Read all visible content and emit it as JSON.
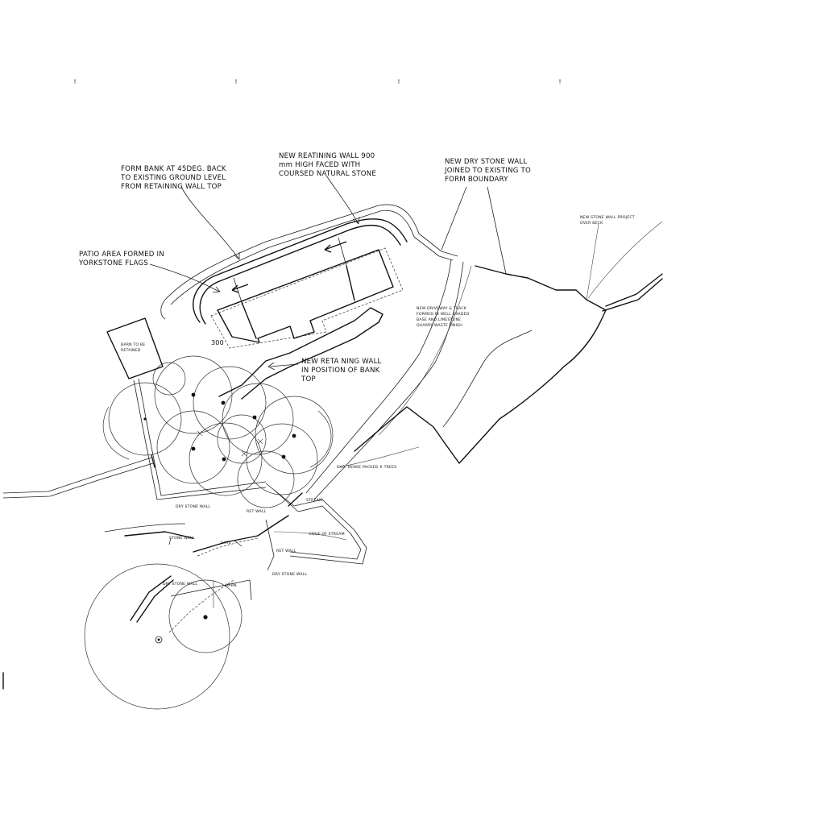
{
  "labels": {
    "form_bank": [
      "FORM BANK AT 45DEG. BACK",
      "TO EXISTING GROUND LEVEL",
      "FROM RETAINING WALL TOP"
    ],
    "new_retaining_wall": [
      "NEW REATINING WALL 900",
      "mm HIGH FACED WITH",
      "COURSED NATURAL STONE"
    ],
    "new_dry_stone_wall": [
      "NEW DRY STONE WALL",
      "JOINED TO EXISTING TO",
      "FORM BOUNDARY"
    ],
    "new_stone_wall_right": [
      "NEW STONE WALL PROJECT",
      "OVER BECK"
    ],
    "patio_area": [
      "PATIO AREA FORMED IN",
      "YORKSTONE FLAGS"
    ],
    "barn_retained": [
      "BARN TO BE",
      "RETAINED"
    ],
    "dimension_300": "300",
    "driveway": [
      "NEW DRIVEWAY & TRACK",
      "FORMED IN WELL GRADED",
      "BASE AND LIMESTONE",
      "QUARRY WASTE FINISH"
    ],
    "new_retaining_wall_bank": [
      "NEW RETA NING WALL",
      "IN POSITION OF BANK",
      "TOP"
    ],
    "exist_trees": "EXG. DENSE PACKED # TREES",
    "dry_stone_wall_1": "DRY STONE WALL",
    "ret_wall_1": "RET WALL",
    "stream": "STREAM",
    "edge_of_stream": "EDGE OF STREAM",
    "stone_wall": "STONE WALL",
    "gate": "GATE",
    "ret_wall_2": "RET WALL",
    "dry_stone_wall_2": "DRY STONE WALL",
    "dry_stone_wall_3": "DRY STONE WALL",
    "barn_lower": "BARN"
  }
}
